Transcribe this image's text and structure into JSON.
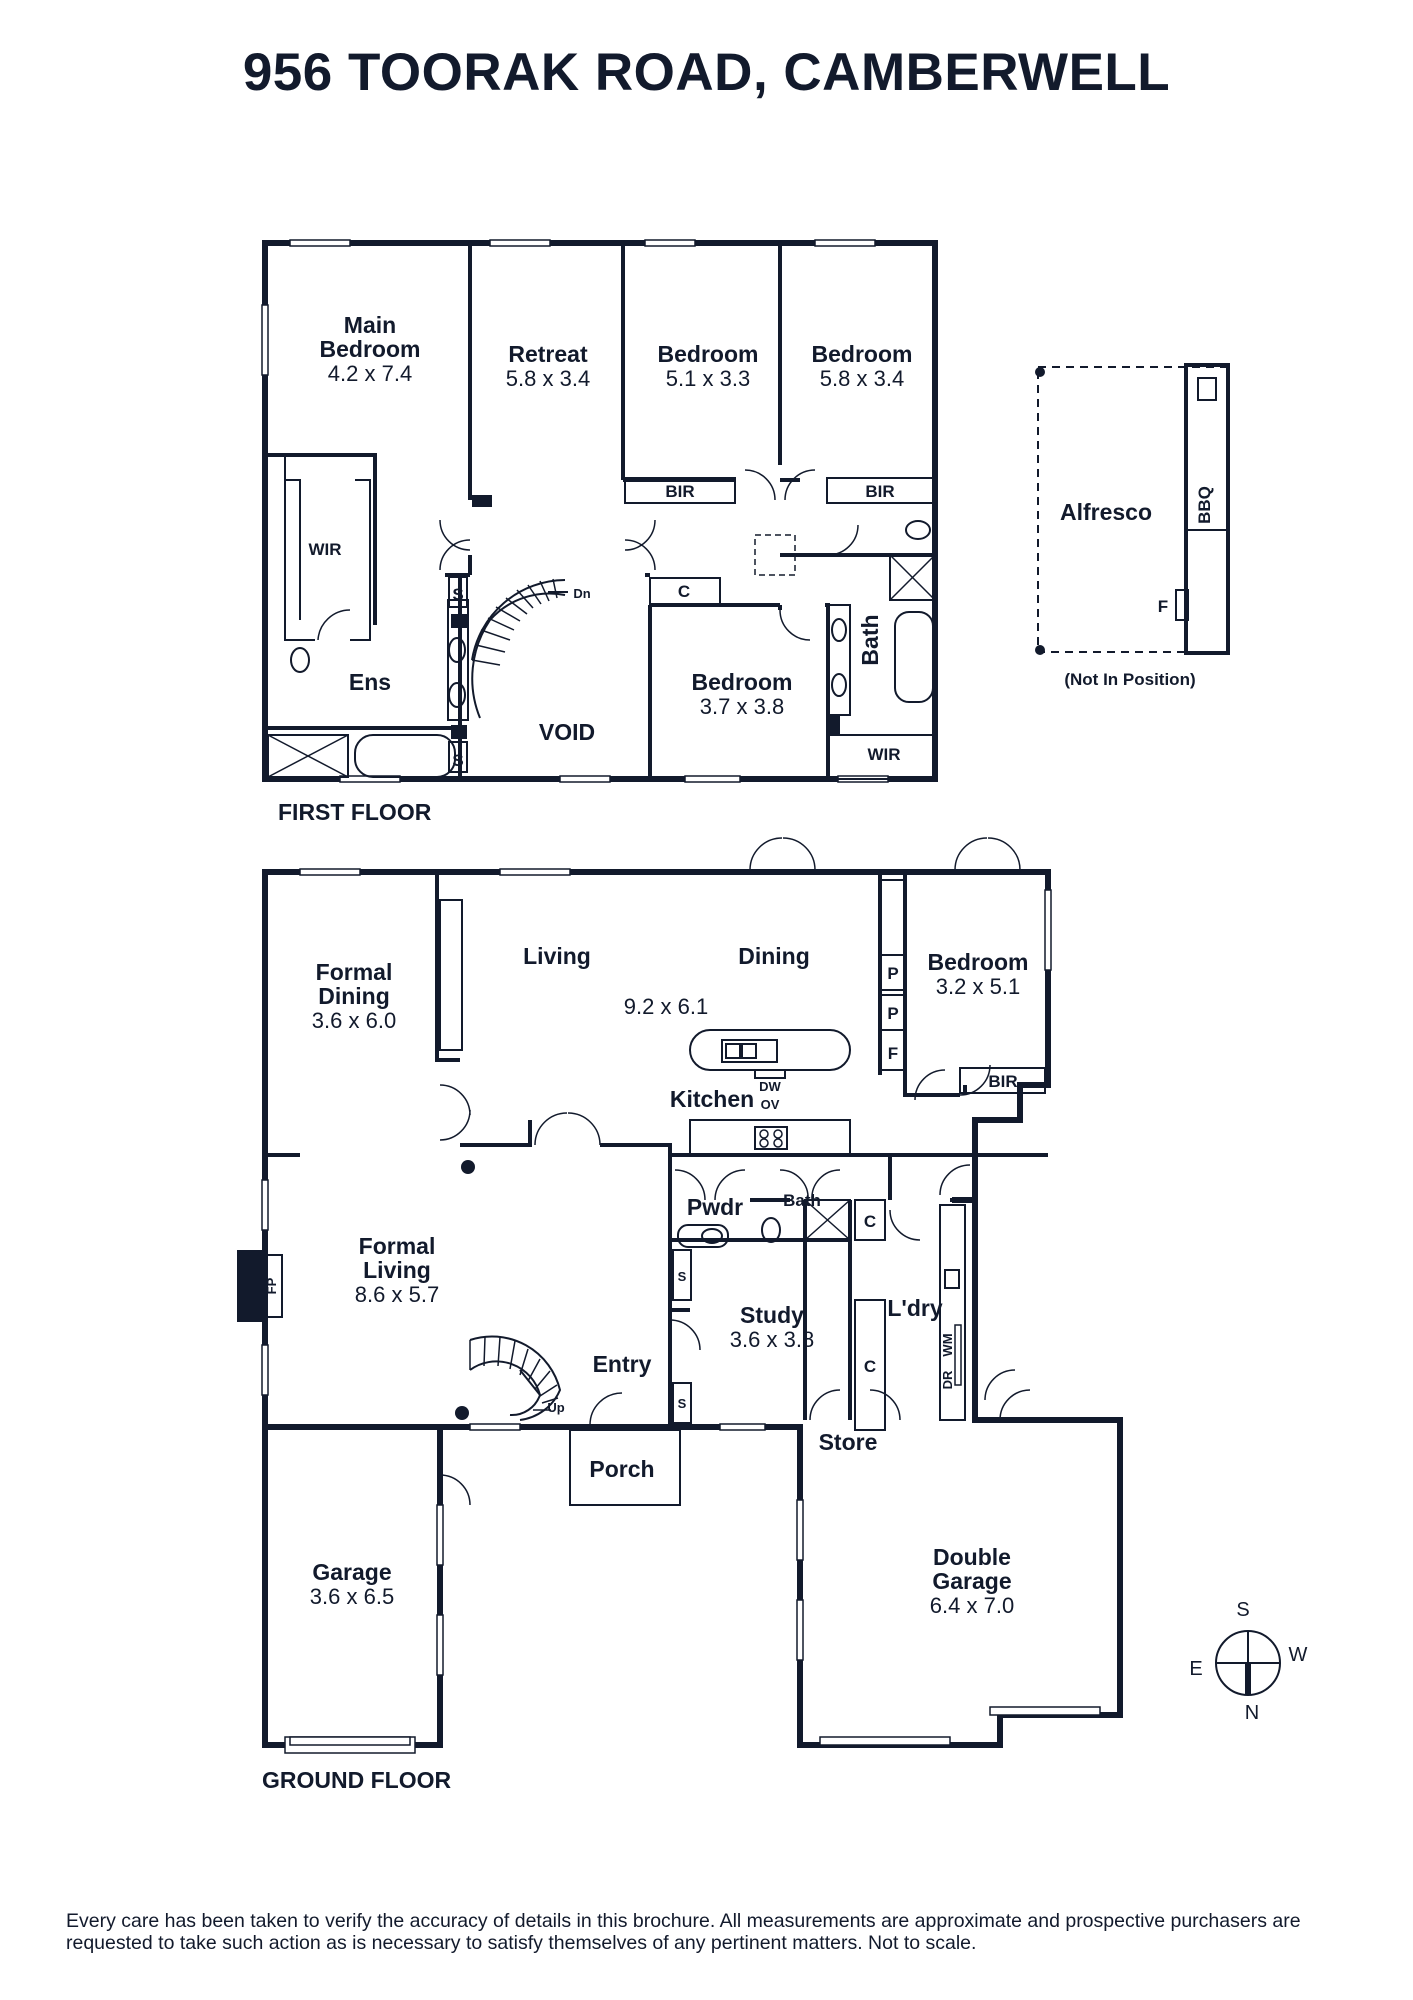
{
  "title": "956 TOORAK ROAD, CAMBERWELL",
  "floors": {
    "first": "FIRST FLOOR",
    "ground": "GROUND FLOOR"
  },
  "rooms": {
    "main_bedroom": {
      "name_1": "Main",
      "name_2": "Bedroom",
      "dims": "4.2 x 7.4"
    },
    "retreat": {
      "name": "Retreat",
      "dims": "5.8 x 3.4"
    },
    "bedroom_2": {
      "name": "Bedroom",
      "dims": "5.1 x 3.3"
    },
    "bedroom_3": {
      "name": "Bedroom",
      "dims": "5.8 x 3.4"
    },
    "bedroom_4": {
      "name": "Bedroom",
      "dims": "3.7 x 3.8"
    },
    "alfresco": {
      "name": "Alfresco",
      "note": "(Not In Position)"
    },
    "ens": {
      "name": "Ens"
    },
    "void": {
      "name": "VOID"
    },
    "bath_first": {
      "name": "Bath"
    },
    "formal_dining": {
      "name_1": "Formal",
      "name_2": "Dining",
      "dims": "3.6 x 6.0"
    },
    "living": {
      "name": "Living"
    },
    "dining": {
      "name": "Dining"
    },
    "living_dining": {
      "dims": "9.2 x 6.1"
    },
    "kitchen": {
      "name": "Kitchen"
    },
    "bedroom_ground": {
      "name": "Bedroom",
      "dims": "3.2 x 5.1"
    },
    "formal_living": {
      "name_1": "Formal",
      "name_2": "Living",
      "dims": "8.6 x 5.7"
    },
    "pwdr": {
      "name": "Pwdr"
    },
    "bath_ground": {
      "name": "Bath"
    },
    "study": {
      "name": "Study",
      "dims": "3.6 x 3.8"
    },
    "ldry": {
      "name": "L'dry"
    },
    "entry": {
      "name": "Entry"
    },
    "porch": {
      "name": "Porch"
    },
    "store": {
      "name": "Store"
    },
    "garage": {
      "name": "Garage",
      "dims": "3.6 x 6.5"
    },
    "double_garage": {
      "name_1": "Double",
      "name_2": "Garage",
      "dims": "6.4 x 7.0"
    }
  },
  "fixtures": {
    "wir": "WIR",
    "bir": "BIR",
    "c": "C",
    "s": "S",
    "dn": "Dn",
    "up": "Up",
    "bbq": "BBQ",
    "f": "F",
    "p": "P",
    "dw": "DW",
    "ov": "OV",
    "fp": "FP",
    "wm": "WM",
    "dr": "DR"
  },
  "compass": {
    "n": "N",
    "s": "S",
    "e": "E",
    "w": "W"
  },
  "disclaimer": "Every care has been taken to verify the accuracy of details in this brochure. All measurements are approximate and prospective purchasers are requested to take such action as is necessary to satisfy themselves of any pertinent matters. Not to scale.",
  "colors": {
    "ink": "#121a2c",
    "background": "#ffffff"
  }
}
